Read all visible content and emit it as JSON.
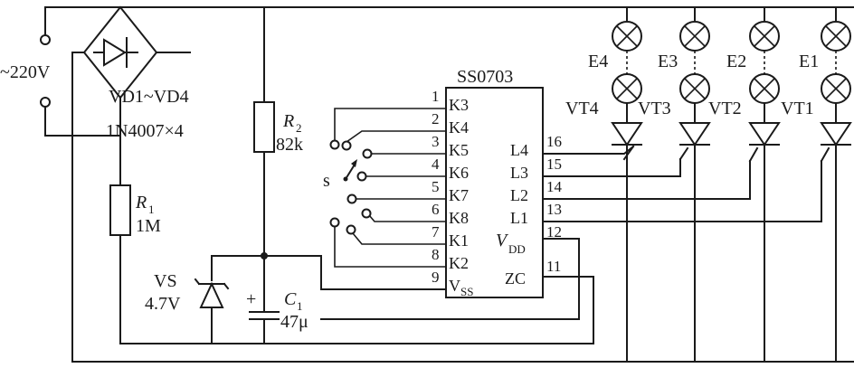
{
  "mains": {
    "voltage": "~220V"
  },
  "bridge": {
    "ref": "VD1~VD4",
    "part": "1N4007×4"
  },
  "r1": {
    "ref": "R",
    "sub": "1",
    "value": "1M"
  },
  "r2": {
    "ref": "R",
    "sub": "2",
    "value": "82k"
  },
  "zener": {
    "ref": "VS",
    "value": "4.7V"
  },
  "cap": {
    "ref": "C",
    "sub": "1",
    "plus": "+",
    "value": "47μ"
  },
  "switch": {
    "ref": "s"
  },
  "ic": {
    "name": "SS0703",
    "left_pins": [
      {
        "num": "1",
        "label": "K3"
      },
      {
        "num": "2",
        "label": "K4"
      },
      {
        "num": "3",
        "label": "K5"
      },
      {
        "num": "4",
        "label": "K6"
      },
      {
        "num": "5",
        "label": "K7"
      },
      {
        "num": "6",
        "label": "K8"
      },
      {
        "num": "7",
        "label": "K1"
      },
      {
        "num": "8",
        "label": "K2"
      },
      {
        "num": "9",
        "label": "V",
        "sub": "SS"
      }
    ],
    "right_pins": [
      {
        "num": "16",
        "label": "L4"
      },
      {
        "num": "15",
        "label": "L3"
      },
      {
        "num": "14",
        "label": "L2"
      },
      {
        "num": "13",
        "label": "L1"
      },
      {
        "num": "12",
        "label": "V",
        "sub": "DD"
      },
      {
        "num": "11",
        "label": "ZC"
      }
    ]
  },
  "lamps": [
    "E4",
    "E3",
    "E2",
    "E1"
  ],
  "triacs": [
    "VT4",
    "VT3",
    "VT2",
    "VT1"
  ]
}
